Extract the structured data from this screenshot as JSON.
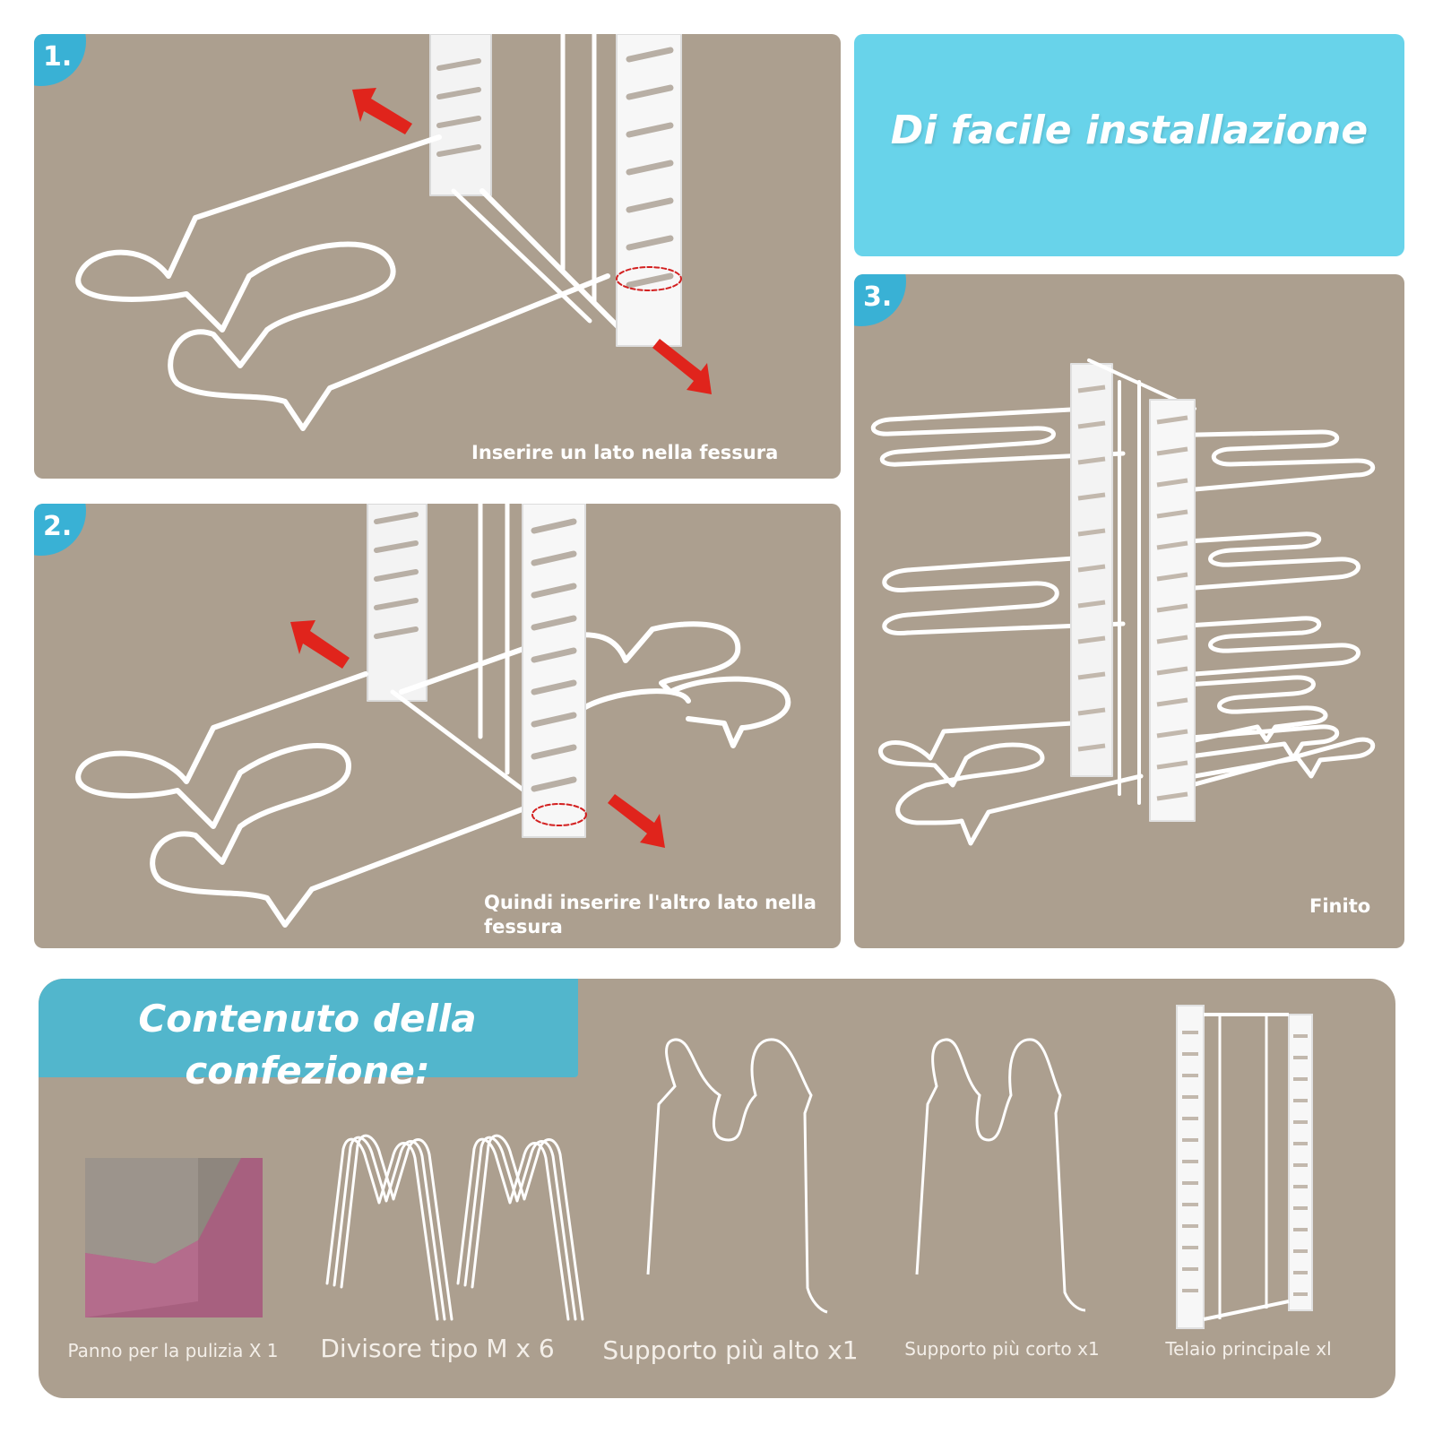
{
  "steps": [
    {
      "number": "1.",
      "caption": "Inserire un lato nella fessura"
    },
    {
      "number": "2.",
      "caption": "Quindi inserire l'altro lato nella fessura"
    },
    {
      "number": "3.",
      "caption": "Finito"
    }
  ],
  "headline": "Di facile installazione",
  "contents": {
    "title": "Contenuto della confezione:",
    "items": [
      {
        "label": "Panno per la pulizia X 1",
        "icon": "cleaning-cloth"
      },
      {
        "label": "Divisore tipo M x 6",
        "icon": "m-divider"
      },
      {
        "label": "Supporto più alto x1",
        "icon": "tall-support"
      },
      {
        "label": "Supporto più corto x1",
        "icon": "short-support"
      },
      {
        "label": "Telaio principale xl",
        "icon": "main-frame"
      }
    ]
  },
  "colors": {
    "panel": "#ac9f8f",
    "accent_blue": "#68d3ea",
    "badge_blue": "#39b1d5",
    "arrow_red": "#e0241c",
    "wire_white": "#ffffff"
  }
}
